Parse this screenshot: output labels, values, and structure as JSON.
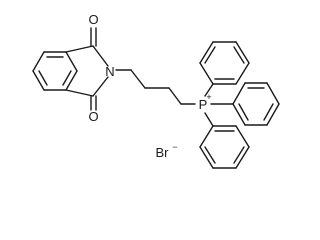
{
  "molecule": {
    "atoms": {
      "o_top": "O",
      "o_bottom": "O",
      "n": "N",
      "p": "P",
      "p_charge": "+",
      "br": "Br",
      "br_charge": "−"
    }
  }
}
